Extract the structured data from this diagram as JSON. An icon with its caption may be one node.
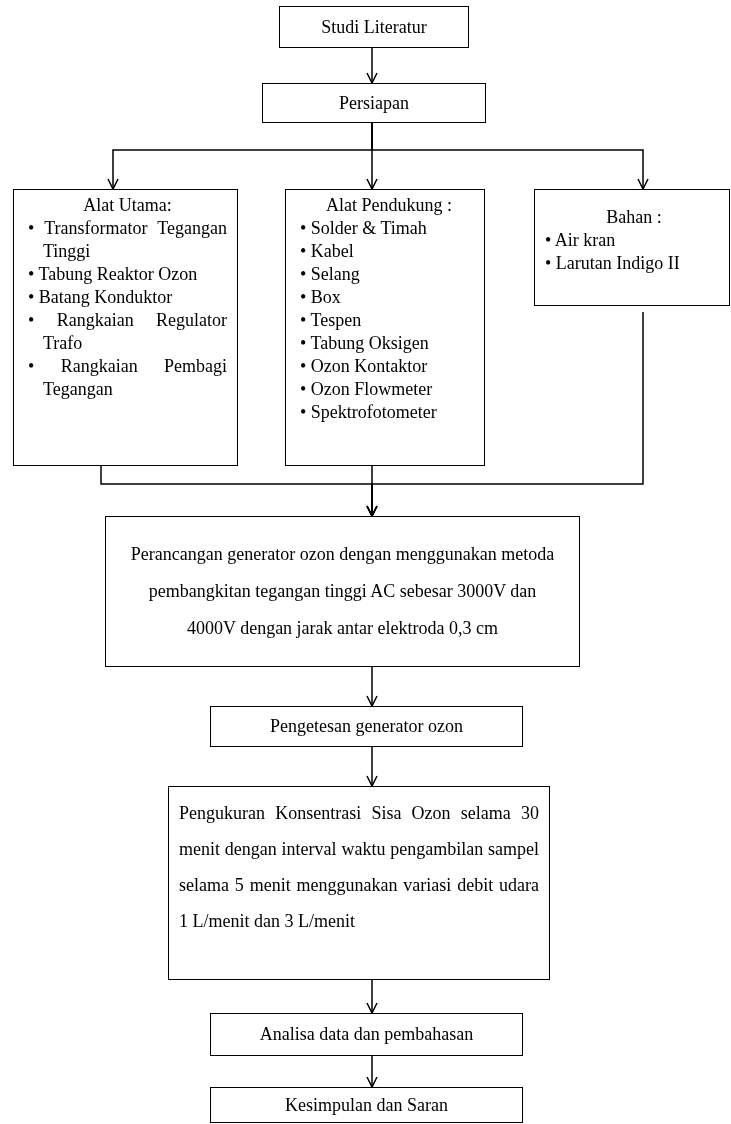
{
  "diagram": {
    "nodes": [
      {
        "text": [
          "Studi Literatur"
        ]
      },
      {
        "text": [
          "Persiapan"
        ]
      },
      {
        "text": [
          "Alat Utama:",
          "• Transformator Tegangan Tinggi",
          "• Tabung Reaktor Ozon",
          "• Batang Konduktor",
          "• Rangkaian Regulator Trafo",
          "• Rangkaian Pembagi Tegangan"
        ]
      },
      {
        "text": [
          "Alat Pendukung :",
          "• Solder & Timah",
          "• Kabel",
          "• Selang",
          "• Box",
          "• Tespen",
          "• Tabung Oksigen",
          "• Ozon Kontaktor",
          "• Ozon Flowmeter",
          "• Spektrofotometer"
        ]
      },
      {
        "text": [
          "Bahan :",
          "• Air kran",
          "• Larutan Indigo II"
        ]
      },
      {
        "text": [
          "Perancangan generator ozon dengan menggunakan metoda pembangkitan tegangan tinggi AC sebesar 3000V dan 4000V dengan jarak antar elektroda 0,3 cm"
        ]
      },
      {
        "text": [
          "Pengetesan generator ozon"
        ]
      },
      {
        "text": [
          "Pengukuran Konsentrasi Sisa Ozon selama 30 menit dengan interval waktu pengambilan sampel selama 5 menit menggunakan variasi debit udara 1 L/menit dan 3 L/menit"
        ]
      },
      {
        "text": [
          "Analisa data dan pembahasan"
        ]
      },
      {
        "text": [
          "Kesimpulan dan Saran"
        ]
      }
    ],
    "edges": [
      {
        "from": 0,
        "to": 1,
        "arrow": "to"
      },
      {
        "from": 1,
        "to": 2,
        "arrow": "to"
      },
      {
        "from": 1,
        "to": 3,
        "arrow": "to"
      },
      {
        "from": 1,
        "to": 4,
        "arrow": "to"
      },
      {
        "from": 2,
        "to": 5,
        "arrow": "to"
      },
      {
        "from": 3,
        "to": 5,
        "arrow": "to"
      },
      {
        "from": 4,
        "to": 5,
        "arrow": "to"
      },
      {
        "from": 5,
        "to": 6,
        "arrow": "to"
      },
      {
        "from": 6,
        "to": 7,
        "arrow": "to"
      },
      {
        "from": 7,
        "to": 8,
        "arrow": "to"
      },
      {
        "from": 8,
        "to": 9,
        "arrow": "to"
      }
    ]
  }
}
